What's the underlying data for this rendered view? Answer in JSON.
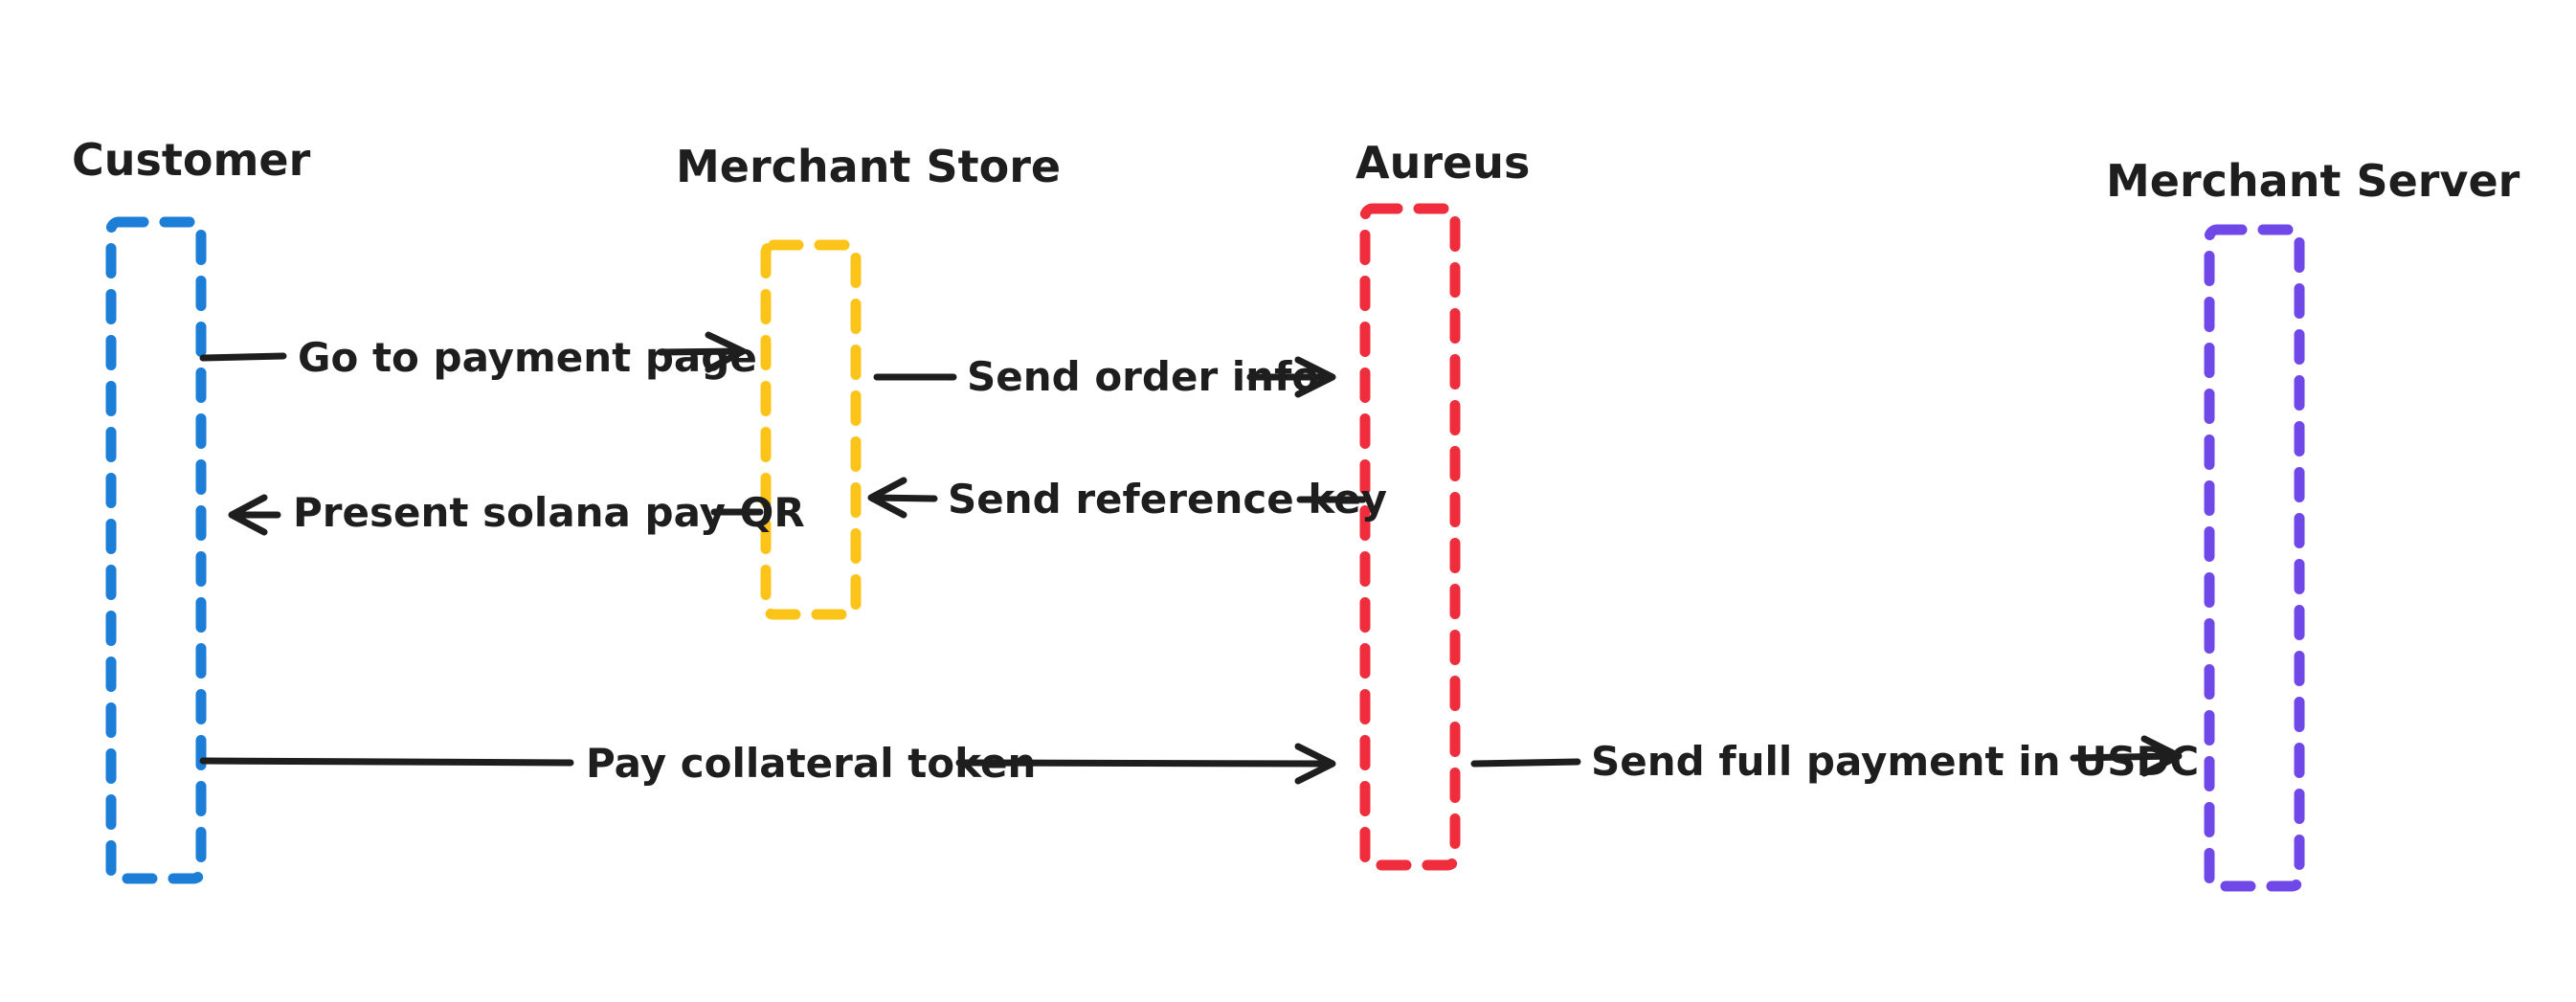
{
  "actors": [
    {
      "id": "customer",
      "title": "Customer",
      "color": "#1c7ed6"
    },
    {
      "id": "merchant-store",
      "title": "Merchant Store",
      "color": "#fcc419"
    },
    {
      "id": "aureus",
      "title": "Aureus",
      "color": "#f02d3d"
    },
    {
      "id": "merchant-server",
      "title": "Merchant Server",
      "color": "#7048e8"
    }
  ],
  "messages": [
    {
      "id": "go-to-payment-page",
      "label": "Go to payment page",
      "from": "customer",
      "to": "merchant-store"
    },
    {
      "id": "send-order-info",
      "label": "Send order info",
      "from": "merchant-store",
      "to": "aureus"
    },
    {
      "id": "present-qr",
      "label": "Present solana pay QR",
      "from": "merchant-store",
      "to": "customer"
    },
    {
      "id": "send-reference-key",
      "label": "Send reference key",
      "from": "aureus",
      "to": "merchant-store"
    },
    {
      "id": "pay-collateral-token",
      "label": "Pay collateral token",
      "from": "customer",
      "to": "aureus"
    },
    {
      "id": "send-full-payment",
      "label": "Send full payment in USDC",
      "from": "aureus",
      "to": "merchant-server"
    }
  ],
  "stroke_color": "#1e1e1e"
}
